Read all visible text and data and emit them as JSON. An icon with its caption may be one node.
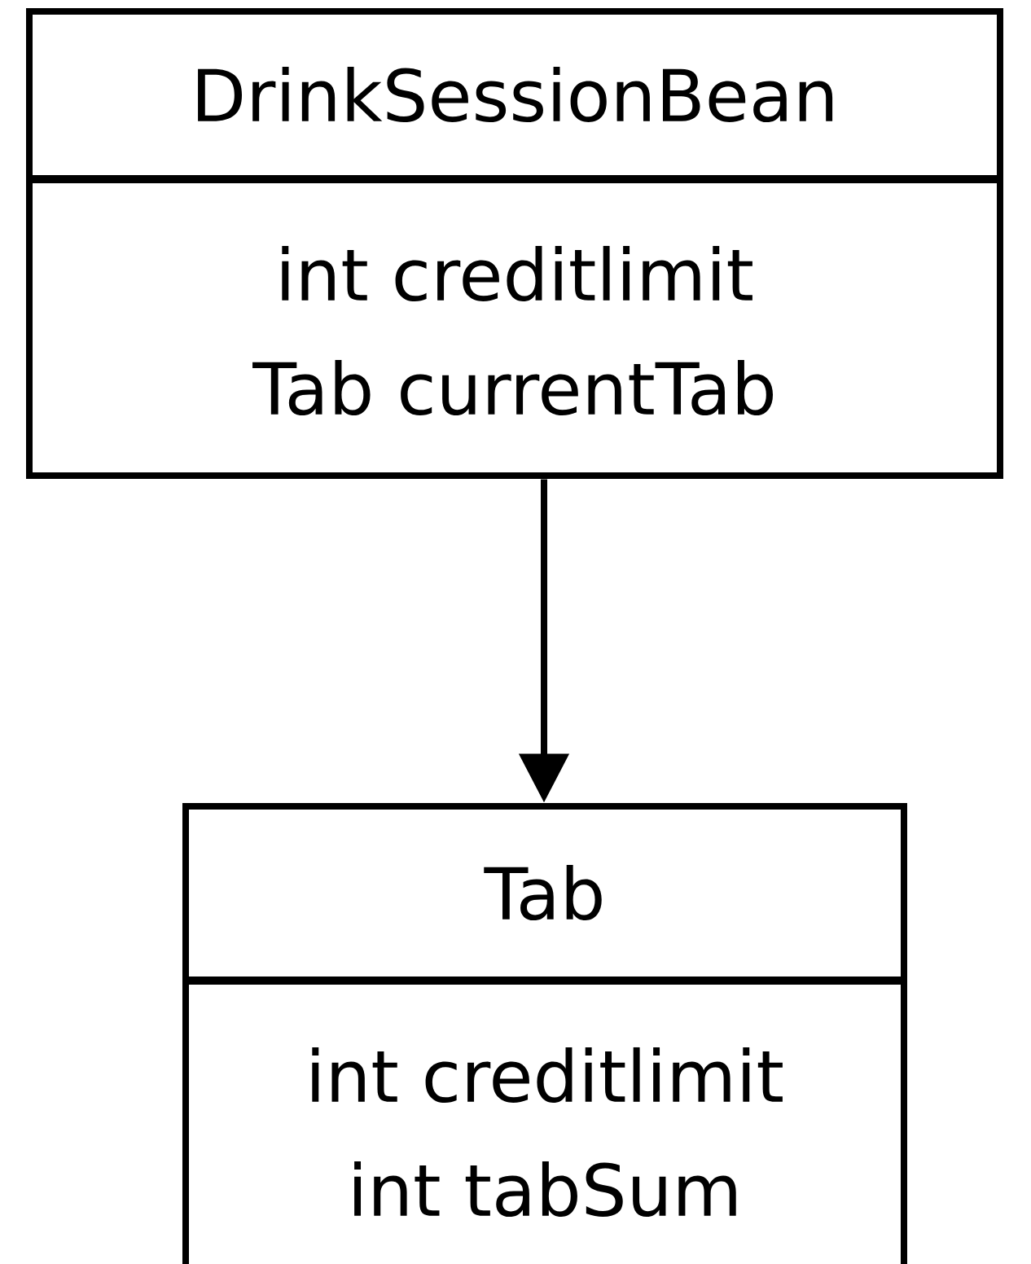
{
  "diagram": {
    "nodes": [
      {
        "text": [
          "DrinkSessionBean",
          "int creditlimit",
          "Tab currentTab"
        ]
      },
      {
        "text": [
          "Tab",
          "int creditlimit",
          "int tabSum"
        ]
      }
    ],
    "edges": [
      {
        "from": 0,
        "to": 1,
        "arrow": "to"
      }
    ]
  }
}
